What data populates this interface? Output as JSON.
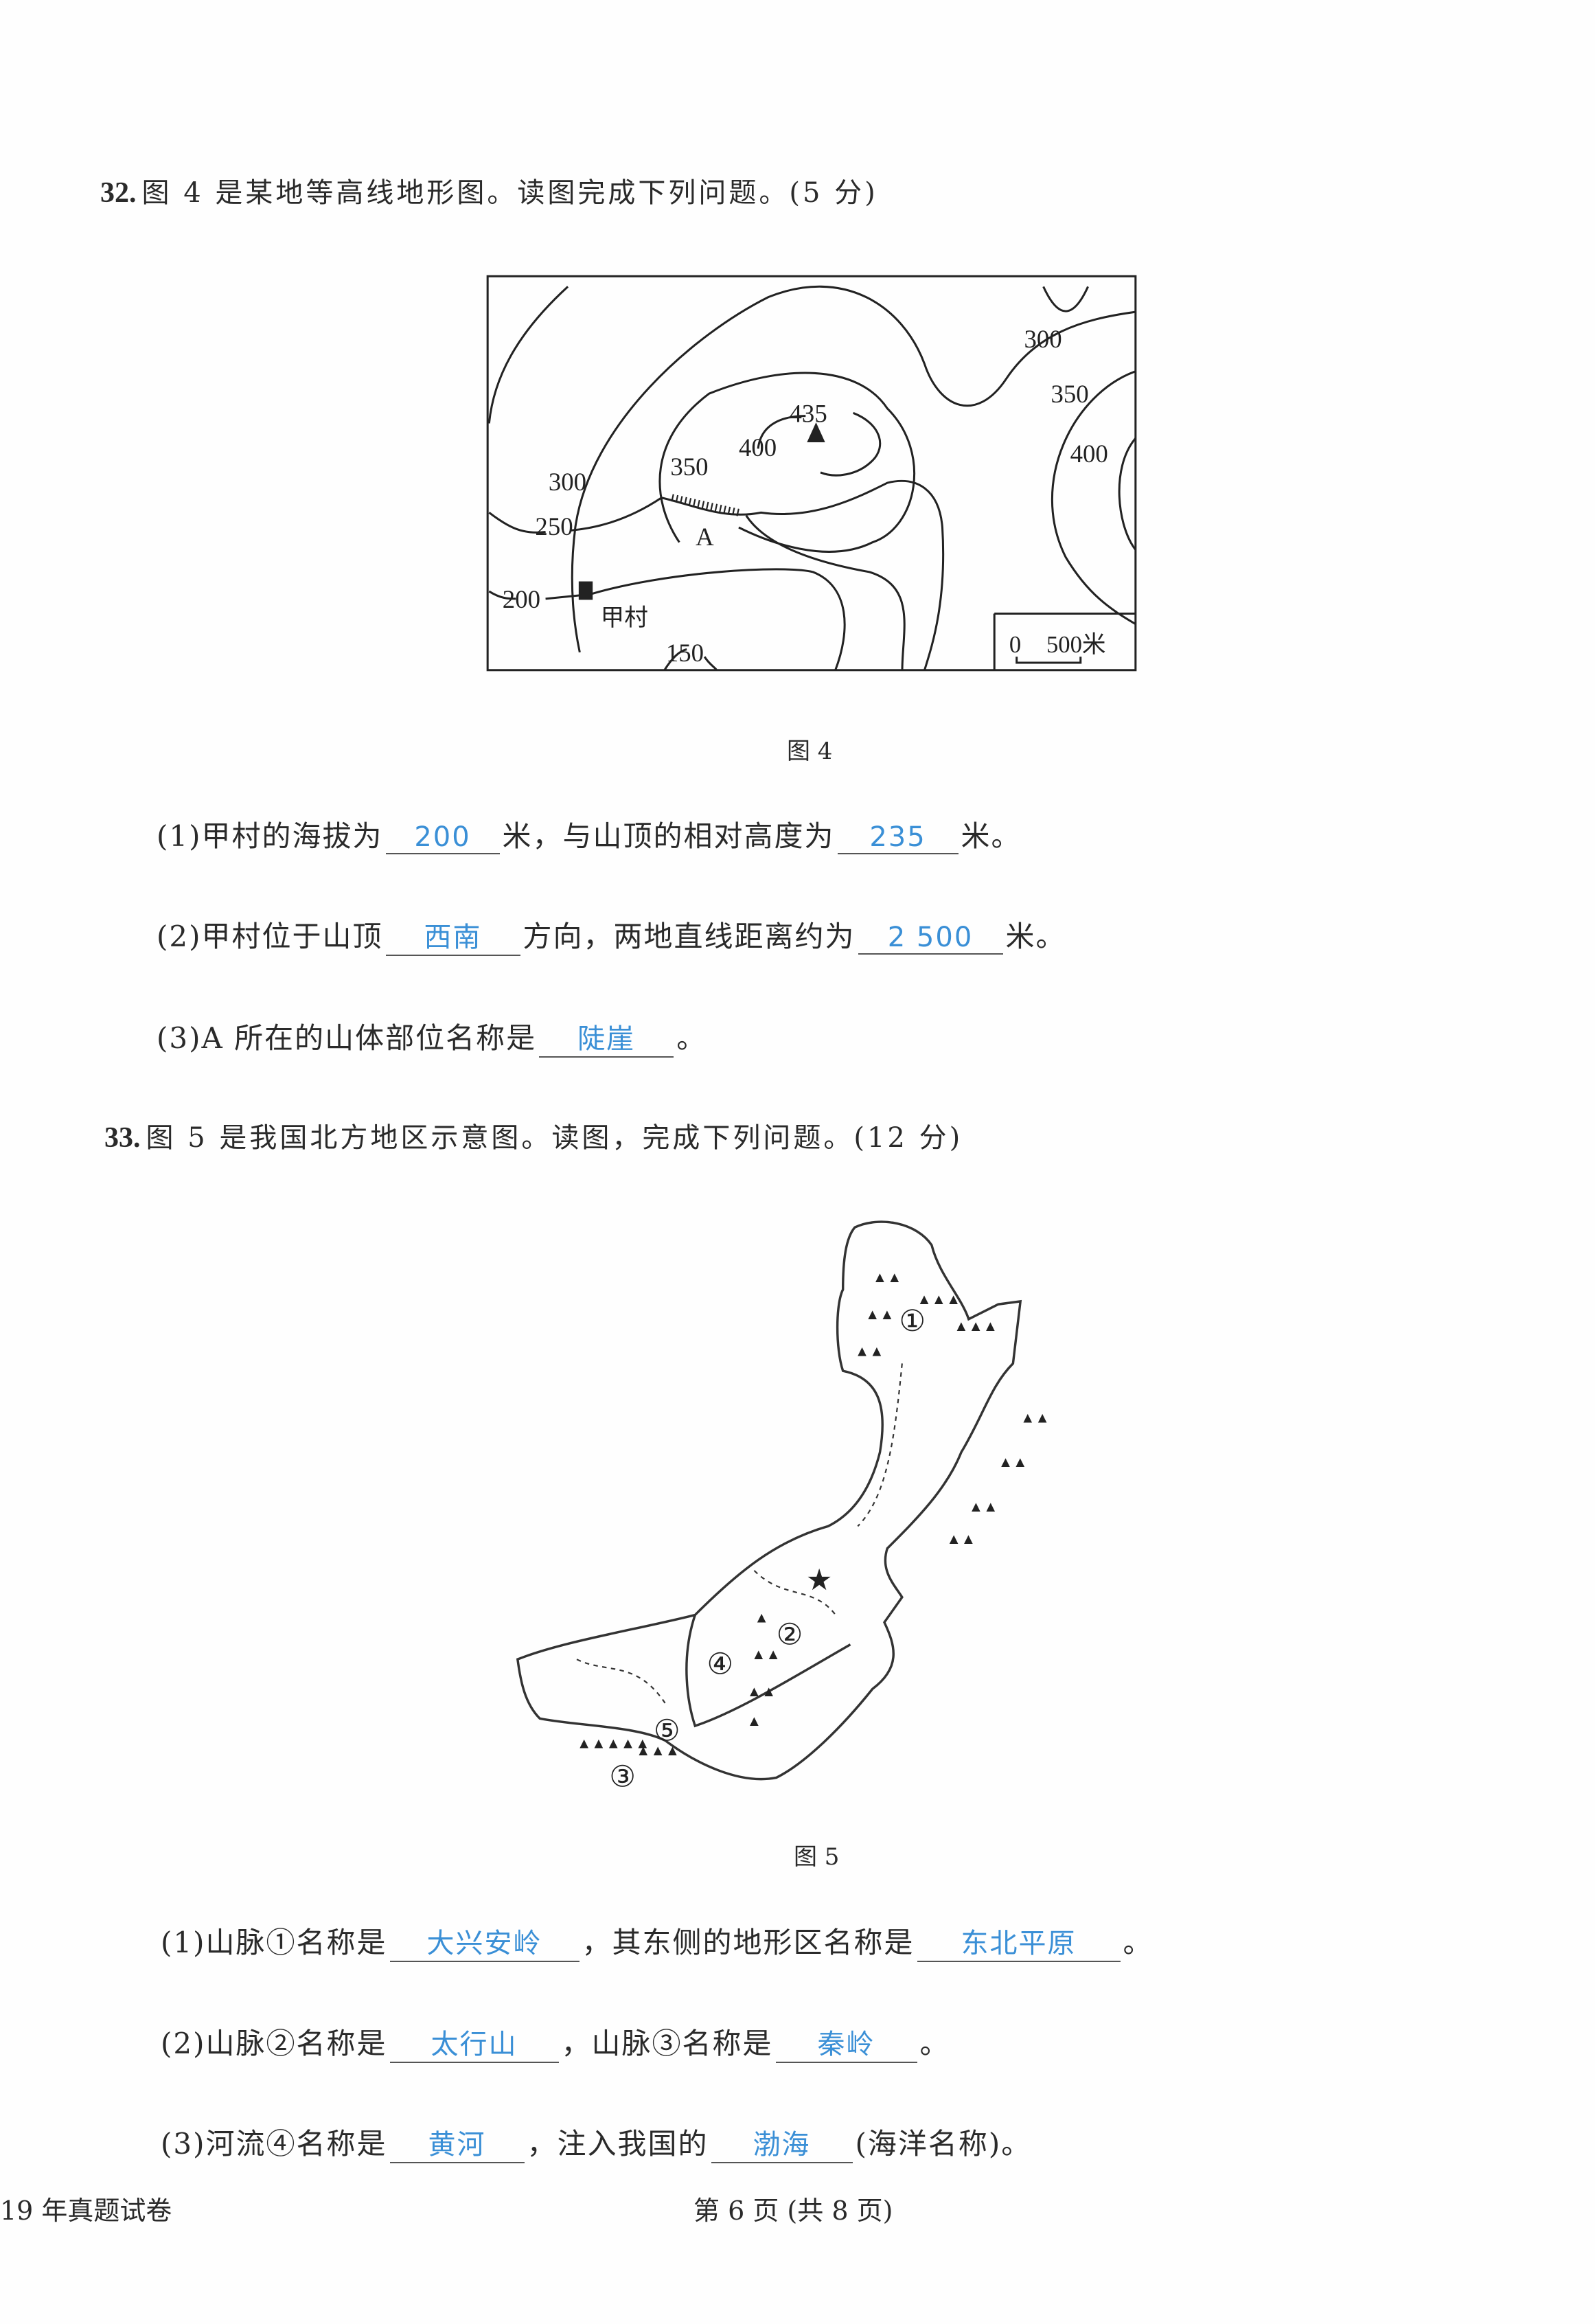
{
  "q32": {
    "number": "32.",
    "text": "图 4 是某地等高线地形图。读图完成下列问题。(5 分)",
    "figure": {
      "caption": "图 4",
      "labels": {
        "peak": "435",
        "c400": "400",
        "c350": "350",
        "c300": "300",
        "c250": "250",
        "c200": "200",
        "c150": "150",
        "r300": "300",
        "r350": "350",
        "r400": "400",
        "point_a": "A",
        "village": "甲村",
        "scale_zero": "0",
        "scale_len": "500米"
      }
    },
    "items": [
      {
        "parts": [
          "(1)甲村的海拔为",
          "米，与山顶的相对高度为",
          "米。"
        ],
        "answers": [
          "200",
          "235"
        ]
      },
      {
        "parts": [
          "(2)甲村位于山顶",
          "方向，两地直线距离约为",
          "米。"
        ],
        "answers": [
          "西南",
          "2 500"
        ]
      },
      {
        "parts": [
          "(3)A 所在的山体部位名称是",
          "。"
        ],
        "answers": [
          "陡崖"
        ]
      }
    ]
  },
  "q33": {
    "number": "33.",
    "text": "图 5 是我国北方地区示意图。读图，完成下列问题。(12 分)",
    "figure": {
      "caption": "图 5",
      "labels": {
        "m1": "①",
        "m2": "②",
        "m3": "③",
        "r4": "④",
        "r5": "⑤"
      }
    },
    "items": [
      {
        "parts": [
          "(1)山脉①名称是",
          "，其东侧的地形区名称是",
          "。"
        ],
        "answers": [
          "大兴安岭",
          "东北平原"
        ]
      },
      {
        "parts": [
          "(2)山脉②名称是",
          "，山脉③名称是",
          "。"
        ],
        "answers": [
          "太行山",
          "秦岭"
        ]
      },
      {
        "parts": [
          "(3)河流④名称是",
          "，注入我国的",
          "(海洋名称)。"
        ],
        "answers": [
          "黄河",
          "渤海"
        ]
      }
    ]
  },
  "footer": {
    "left": "19 年真题试卷",
    "center": "第 6 页 (共 8 页)"
  },
  "colors": {
    "answer": "#3a8fd6"
  }
}
